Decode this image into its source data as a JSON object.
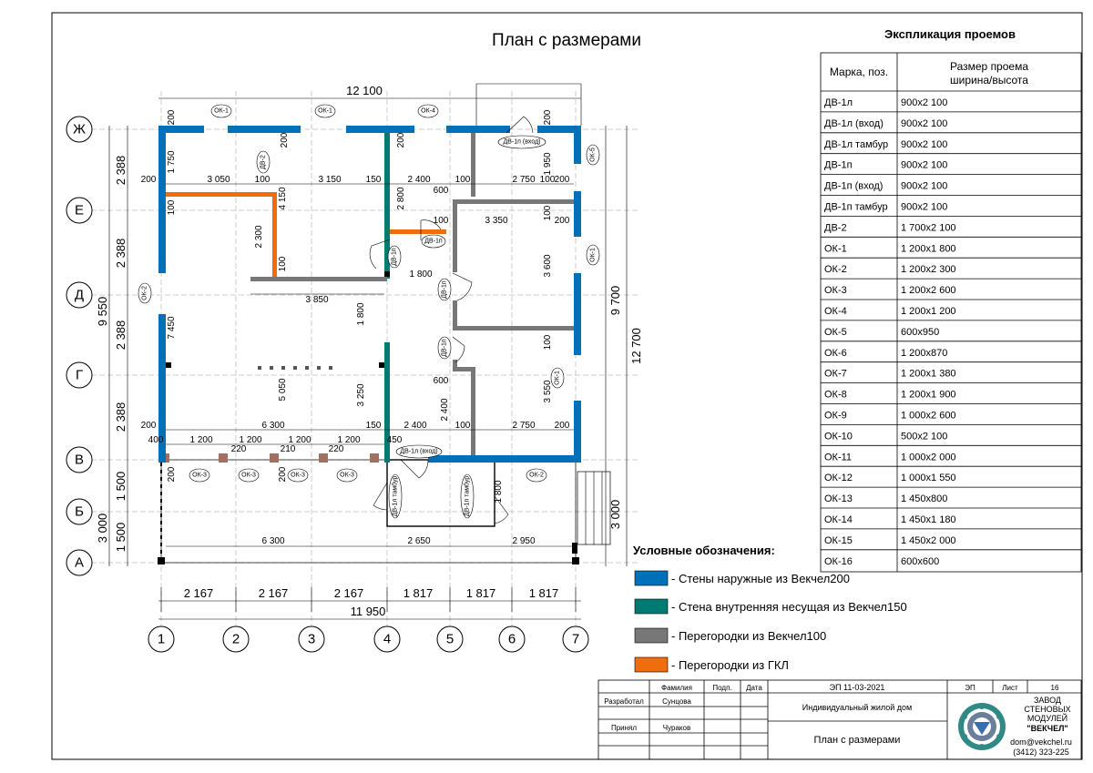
{
  "title": "План с размерами",
  "explication": {
    "title": "Экспликация проемов",
    "head_col1": "Марка, поз.",
    "head_col2_line1": "Размер проема",
    "head_col2_line2": "ширина/высота",
    "rows": [
      {
        "mark": "ДВ-1л",
        "size": "900х2 100"
      },
      {
        "mark": "ДВ-1л (вход)",
        "size": "900х2 100"
      },
      {
        "mark": "ДВ-1л тамбур",
        "size": "900х2 100"
      },
      {
        "mark": "ДВ-1п",
        "size": "900х2 100"
      },
      {
        "mark": "ДВ-1п (вход)",
        "size": "900х2 100"
      },
      {
        "mark": "ДВ-1п тамбур",
        "size": "900х2 100"
      },
      {
        "mark": "ДВ-2",
        "size": "1 700х2 100"
      },
      {
        "mark": "ОК-1",
        "size": "1 200х1 800"
      },
      {
        "mark": "ОК-2",
        "size": "1 200х2 300"
      },
      {
        "mark": "ОК-3",
        "size": "1 200х2 600"
      },
      {
        "mark": "ОК-4",
        "size": "1 200х1 200"
      },
      {
        "mark": "ОК-5",
        "size": "600х950"
      },
      {
        "mark": "ОК-6",
        "size": "1 200х870"
      },
      {
        "mark": "ОК-7",
        "size": "1 200х1 380"
      },
      {
        "mark": "ОК-8",
        "size": "1 200х1 900"
      },
      {
        "mark": "ОК-9",
        "size": "1 000х2 600"
      },
      {
        "mark": "ОК-10",
        "size": "500х2 100"
      },
      {
        "mark": "ОК-11",
        "size": "1 000х2 000"
      },
      {
        "mark": "ОК-12",
        "size": "1 000х1 550"
      },
      {
        "mark": "ОК-13",
        "size": "1 450х800"
      },
      {
        "mark": "ОК-14",
        "size": "1 450х1 180"
      },
      {
        "mark": "ОК-15",
        "size": "1 450х2 000"
      },
      {
        "mark": "ОК-16",
        "size": "600х600"
      }
    ]
  },
  "legend": {
    "title": "Условные обозначения:",
    "items": [
      {
        "color": "#0071b9",
        "label": "- Стены наружные из Векчел200"
      },
      {
        "color": "#007a72",
        "label": "- Стена внутренняя несущая из Векчел150"
      },
      {
        "color": "#777777",
        "label": "- Перегородки из Векчел100"
      },
      {
        "color": "#f06d0e",
        "label": "- Перегородки из ГКЛ"
      }
    ]
  },
  "axes": {
    "rows": [
      "Ж",
      "Е",
      "Д",
      "Г",
      "В",
      "Б",
      "А"
    ],
    "cols": [
      "1",
      "2",
      "3",
      "4",
      "5",
      "6",
      "7"
    ]
  },
  "dims": {
    "top_overall": "12 100",
    "bottom_overall": "11 950",
    "bottom_chain": [
      "2 167",
      "2 167",
      "2 167",
      "1 817",
      "1 817",
      "1 817"
    ],
    "left_chain": [
      "2 388",
      "2 388",
      "2 388",
      "2 388",
      "1 500",
      "1 500"
    ],
    "left_overall_a": "9 550",
    "left_overall_b": "3 000",
    "right_overall_a": "9 700",
    "right_overall_b": "12 700",
    "right_porch": "3 000",
    "inner": {
      "d200a": "200",
      "d200b": "200",
      "d200c": "200",
      "d200d": "200",
      "d200e": "200",
      "d200f": "200",
      "d200g": "200",
      "d200h": "200",
      "d200i": "200",
      "d200j": "200",
      "d200k": "200",
      "d1750": "1 750",
      "d3050": "3 050",
      "d100a": "100",
      "d3150": "3 150",
      "d150a": "150",
      "d2400a": "2 400",
      "d100b": "100",
      "d2750a": "2 750",
      "d100c": "100",
      "d1950": "1 950",
      "d600a": "600",
      "d100d": "100",
      "d4150": "4 150",
      "d2800": "2 800",
      "d100e": "100",
      "d3350": "3 350",
      "d100f": "100",
      "d2300": "2 300",
      "d100g": "100",
      "d1800a": "1 800",
      "d3600": "3 600",
      "d3850": "3 850",
      "d1800b": "1 800",
      "d7450": "7 450",
      "d100h": "100",
      "d600b": "600",
      "d5050": "5 050",
      "d3250": "3 250",
      "d3550": "3 550",
      "d2400b": "2 400",
      "d6300a": "6 300",
      "d150b": "150",
      "d2400c": "2 400",
      "d100i": "100",
      "d2750b": "2 750",
      "d400": "400",
      "d1200a": "1 200",
      "d1200b": "1 200",
      "d1200c": "1 200",
      "d1200d": "1 200",
      "d450": "450",
      "d220a": "220",
      "d210": "210",
      "d220b": "220",
      "d1800c": "1 800",
      "d6300b": "6 300",
      "d2650": "2 650",
      "d2950": "2 950"
    }
  },
  "tags": {
    "ok1a": "ОК-1",
    "ok1b": "ОК-1",
    "ok4": "ОК-4",
    "ok5": "ОК-5",
    "ok1c": "ОК-1",
    "ok1d": "ОК-1",
    "ok2a": "ОК-2",
    "ok3a": "ОК-3",
    "ok3b": "ОК-3",
    "ok3c": "ОК-3",
    "ok3d": "ОК-3",
    "ok2b": "ОК-2"
  },
  "doors": {
    "dv2": "ДВ-2",
    "dv1p_vhod_top": "ДВ-1п (вход)",
    "dv1p_a": "ДВ-1п",
    "dv1p_b": "ДВ-1п",
    "dv1p_c": "ДВ-1п",
    "dv1p_d": "ДВ-1п",
    "dv1l_vhod": "ДВ-1л (вход)",
    "dv1l_tambur": "ДВ-1л тамбур",
    "dv1p_tambur": "ДВ-1п тамбур"
  },
  "stamp": {
    "h_familiya": "Фамилия",
    "h_podp": "Подп.",
    "h_data": "Дата",
    "razrabotal": "Разработал",
    "razrabotal_name": "Сунцова",
    "prinyal": "Принял",
    "prinyal_name": "Чураков",
    "code": "ЭП 11-03-2021",
    "project": "Индивидуальный жилой дом",
    "sheet_name": "План с размерами",
    "stage_h": "ЭП",
    "list_h": "Лист",
    "list_no": "16",
    "company_1": "ЗАВОД",
    "company_2": "СТЕНОВЫХ",
    "company_3": "МОДУЛЕЙ",
    "company_4": "\"ВЕКЧЕЛ\"",
    "email": "dom@vekchel.ru",
    "phone": "(3412) 323-225"
  }
}
